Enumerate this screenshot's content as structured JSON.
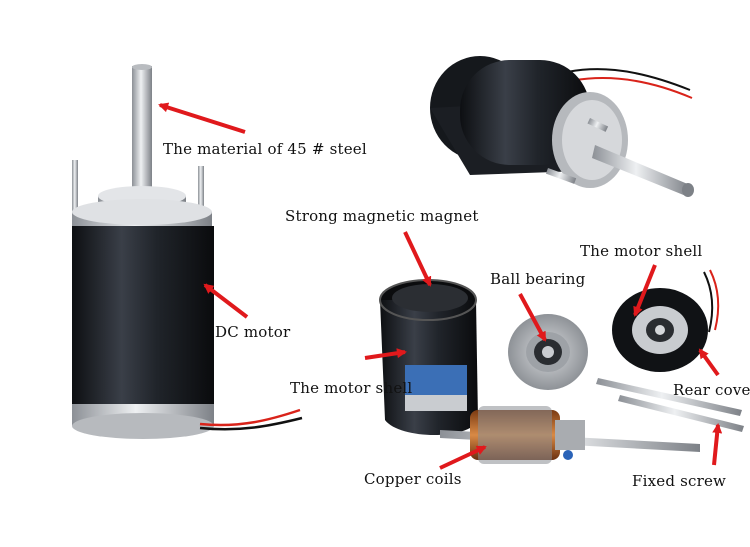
{
  "labels": {
    "steel_shaft": "The material of 45 # steel",
    "dc_motor": "DC motor",
    "magnet": "Strong magnetic magnet",
    "motor_shell_right": "The motor shell",
    "ball_bearing": "Ball bearing",
    "motor_shell_left": "The motor shell",
    "rear_cover": "Rear cover",
    "copper_coils": "Copper coils",
    "fixed_screw": "Fixed screw"
  },
  "colors": {
    "arrow": "#e0191c",
    "motor_body": "#1f2227",
    "metal": "#c9ccd0",
    "copper": "#b8652a"
  }
}
